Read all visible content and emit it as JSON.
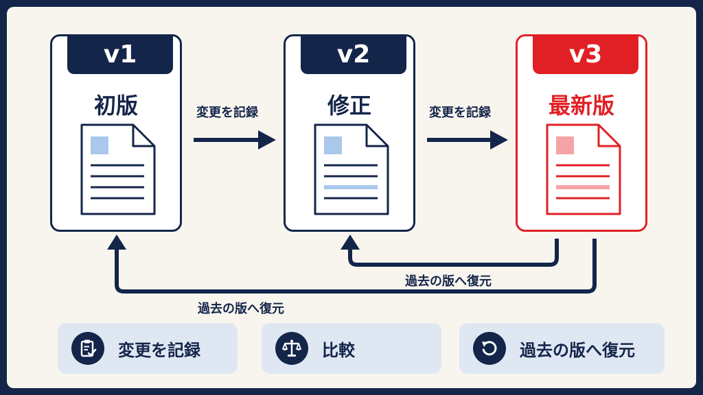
{
  "versions": [
    {
      "tag": "v1",
      "title": "初版"
    },
    {
      "tag": "v2",
      "title": "修正"
    },
    {
      "tag": "v3",
      "title": "最新版"
    }
  ],
  "flow_labels": {
    "record_1": "変更を記録",
    "record_2": "変更を記録",
    "restore_v2": "過去の版へ復元",
    "restore_v1": "過去の版へ復元"
  },
  "actions": [
    {
      "label": "変更を記録",
      "icon": "clipboard-check-icon"
    },
    {
      "label": "比較",
      "icon": "balance-scale-icon"
    },
    {
      "label": "過去の版へ復元",
      "icon": "restore-arrow-icon"
    }
  ],
  "colors": {
    "navy": "#14254a",
    "latest_red": "#e02024",
    "background": "#f8f5ee",
    "pill": "#dfe7f3"
  }
}
